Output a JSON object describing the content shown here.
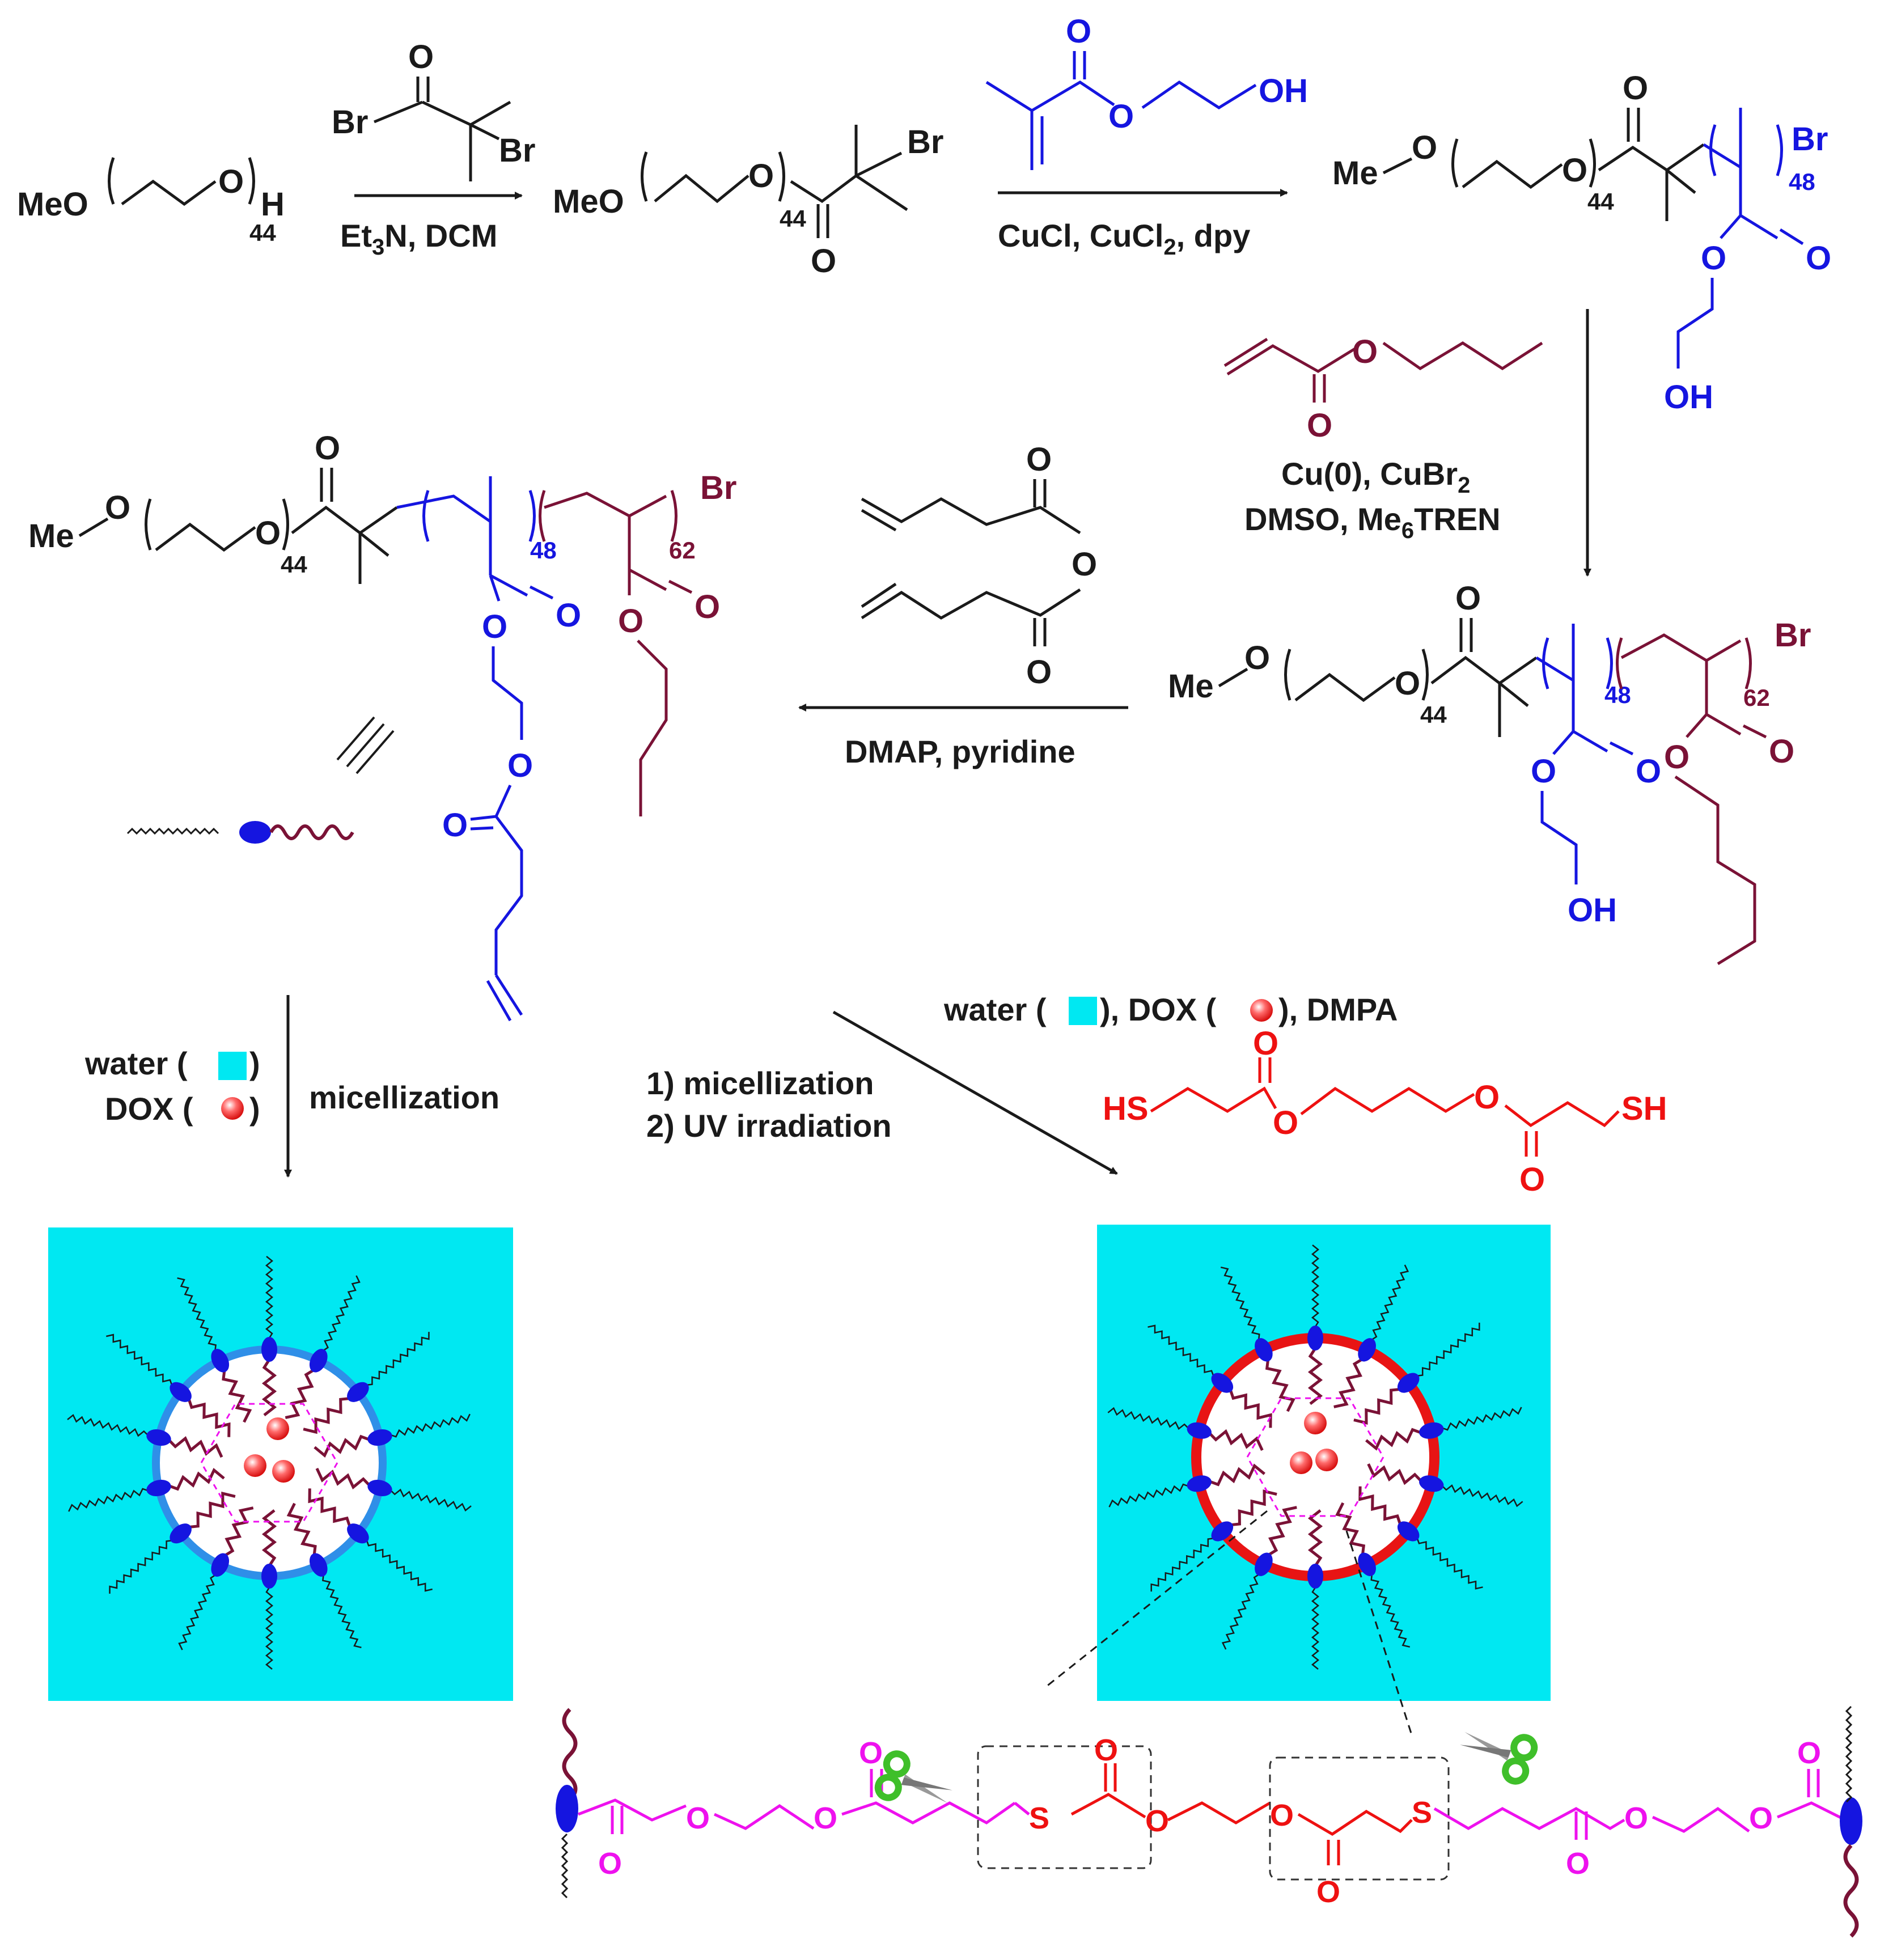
{
  "colors": {
    "black": "#1a1a1a",
    "peg": "#1a1a1a",
    "hema": "#1515e0",
    "ba": "#7a1236",
    "crosslinker": "#ee1111",
    "linker": "#ee11ee",
    "water": "#00e8f2",
    "shell_blue": "#2f8fe8",
    "shell_red": "#e81414",
    "scissors_green": "#3fbf2a"
  },
  "molecule1": {
    "meo": "MeO",
    "o": "O",
    "h": "H",
    "n": "44"
  },
  "reagent1": {
    "o": "O",
    "br1": "Br",
    "br2": "Br"
  },
  "conditions1": {
    "line1": "Et",
    "sub": "3",
    "rest": "N, DCM"
  },
  "molecule2": {
    "meo": "MeO",
    "o": "O",
    "n": "44",
    "co": "O",
    "br": "Br"
  },
  "hema_monomer": {
    "o1": "O",
    "o2": "O",
    "oh": "OH"
  },
  "conditions2": {
    "a": "CuCl, CuCl",
    "sub": "2",
    "b": ", dpy"
  },
  "molecule3": {
    "me": "Me",
    "o1": "O",
    "o2": "O",
    "n1": "44",
    "co": "O",
    "br": "Br",
    "n2": "48",
    "o3": "O",
    "o4": "O",
    "oh": "OH"
  },
  "ba_monomer": {
    "o1": "O",
    "o2": "O"
  },
  "conditions3": {
    "l1a": "Cu(0), CuBr",
    "l1sub": "2",
    "l2a": "DMSO, Me",
    "l2sub": "6",
    "l2b": "TREN"
  },
  "molecule4": {
    "me": "Me",
    "o1": "O",
    "o2": "O",
    "n1": "44",
    "co": "O",
    "n2": "48",
    "n3": "62",
    "br": "Br",
    "o3": "O",
    "o4": "O",
    "o5": "O",
    "o6": "O",
    "oh": "OH"
  },
  "anhydride": {
    "o1": "O",
    "o2": "O",
    "o3": "O"
  },
  "conditions4": "DMAP,  pyridine",
  "molecule5": {
    "me": "Me",
    "o1": "O",
    "o2": "O",
    "n1": "44",
    "co": "O",
    "n2": "48",
    "n3": "62",
    "br": "Br",
    "o3": "O",
    "o4": "O",
    "o5": "O",
    "o6": "O",
    "o7": "O",
    "o8": "O"
  },
  "path_left": {
    "water": "water (",
    "water_end": ")",
    "dox": "DOX (",
    "dox_end": ")",
    "label": "micellization"
  },
  "path_right": {
    "step1": "1) micellization",
    "step2": "2) UV irradiation",
    "top": "water (",
    "top_mid": "), DOX (",
    "top_end": "), DMPA"
  },
  "crosslinker": {
    "hs1": "HS",
    "o1": "O",
    "o2": "O",
    "o3": "O",
    "o4": "O",
    "sh": "SH"
  },
  "linkage": {
    "s1": "S",
    "s2": "S",
    "o": "O"
  }
}
